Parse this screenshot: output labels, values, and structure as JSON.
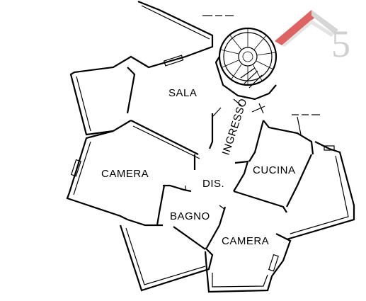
{
  "floor_plan": {
    "rooms": {
      "sala": "SALA",
      "ingresso": "INGRESSO",
      "camera_1": "CAMERA",
      "cucina": "CUCINA",
      "disimpegno": "DIS.",
      "bagno": "BAGNO",
      "camera_2": "CAMERA"
    }
  },
  "logo": {
    "text": "5",
    "accent_color": "#d94a4a",
    "muted_color": "#cfcfcf"
  },
  "colors": {
    "lines": "#000000",
    "background": "#ffffff"
  }
}
